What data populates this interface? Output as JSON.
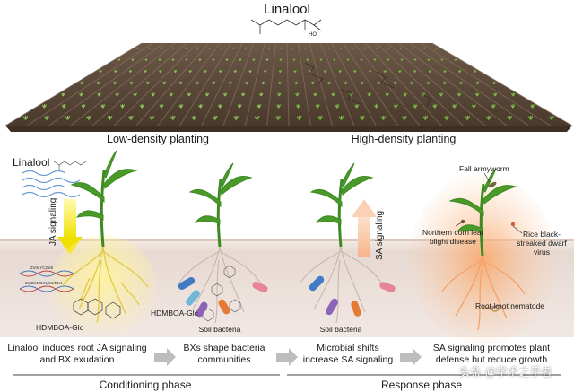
{
  "top": {
    "title": "Linalool",
    "molecule_labels": {
      "ho": "HO"
    },
    "low_density": "Low-density planting",
    "high_density": "High-density planting"
  },
  "panels": {
    "p1": {
      "linalool": "Linalool",
      "signal": "JA signaling",
      "gene1": "ZmMYC2a/b",
      "gene2": "ZmBX1/BX1/S1/BX4",
      "compound": "HDMBOA-Glc",
      "caption": "Linalool induces root JA signaling and BX exudation"
    },
    "p2": {
      "compound": "HDMBOA-Glc",
      "bacteria": "Soil bacteria",
      "caption": "BXs shape bacteria communities"
    },
    "p3": {
      "signal": "SA signaling",
      "bacteria": "Soil bacteria",
      "caption": "Microbial shifts increase SA signaling"
    },
    "p4": {
      "armyworm": "Fall armyworm",
      "blight": "Northern corn leaf blight disease",
      "virus": "Rice black-streaked dwarf virus",
      "nematode": "Root-knot nematode",
      "caption": "SA signaling promotes plant defense but reduce growth"
    }
  },
  "phases": {
    "conditioning": "Conditioning phase",
    "response": "Response phase"
  },
  "watermark": "头条 @学术之乎者",
  "colors": {
    "soil": "#5a4636",
    "ground": "#efe4de",
    "leaf": "#4a9a2a",
    "ja_arrow": "#f2e600",
    "sa_arrow": "#f6a070",
    "root_glow": "#f7d36b"
  }
}
